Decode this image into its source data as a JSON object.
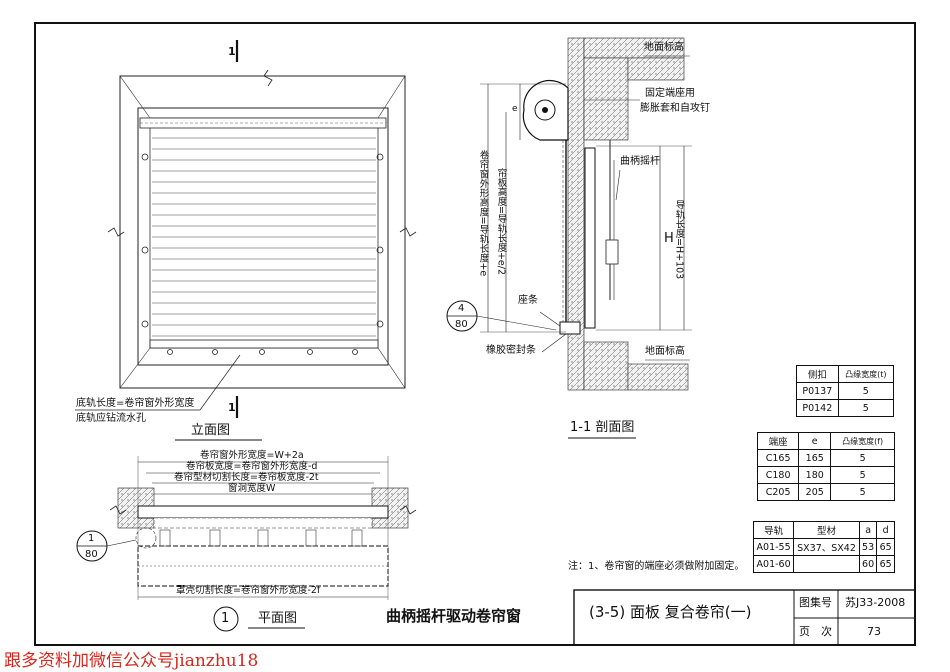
{
  "elevation": {
    "title": "立面图",
    "section_mark": "1",
    "note1": "底轨长度=卷帘窗外形宽度",
    "note2": "底轨应钻流水孔"
  },
  "section": {
    "title": "1-1  剖面图",
    "floor_top": "地面标高",
    "floor_bottom": "地面标高",
    "fixing_note_1": "固定端座用",
    "fixing_note_2": "膨胀套和自攻钉",
    "crank_rod": "曲柄摇杆",
    "seat_strip": "座条",
    "rubber_seal": "橡胶密封条",
    "dim_outer_height": "卷帘窗外形高度=导轨长度+e",
    "dim_panel_height": "帘板高度=导轨长度+e/2",
    "dim_rail_length": "导轨长度=H+103",
    "dim_e": "e",
    "dim_H": "H",
    "detail_ref_num": "4",
    "detail_ref_sheet": "80"
  },
  "plan": {
    "title": "平面图",
    "circle_num": "1",
    "dim1": "卷帘窗外形宽度=W+2a",
    "dim2": "卷帘板宽度=卷帘窗外形宽度-d",
    "dim3": "卷帘型材切割长度=卷帘板宽度-2t",
    "dim4": "窗洞宽度W",
    "dim5": "罩壳切割长度=卷帘窗外形宽度-2f",
    "detail_ref_num": "1",
    "detail_ref_sheet": "80"
  },
  "main_title": "曲柄摇杆驱动卷帘窗",
  "note": "注：1、卷帘窗的端座必须做附加固定。",
  "table_side": {
    "headers": [
      "侧扣",
      "凸缘宽度(t)"
    ],
    "rows": [
      [
        "P0137",
        "5"
      ],
      [
        "P0142",
        "5"
      ]
    ]
  },
  "table_end": {
    "headers": [
      "端座",
      "e",
      "凸缘宽度(f)"
    ],
    "rows": [
      [
        "C165",
        "165",
        "5"
      ],
      [
        "C180",
        "180",
        "5"
      ],
      [
        "C205",
        "205",
        "5"
      ]
    ]
  },
  "table_rail": {
    "headers": [
      "导轨",
      "型材",
      "a",
      "d"
    ],
    "rows": [
      [
        "A01-55",
        "SX37、SX42",
        "53",
        "65"
      ],
      [
        "A01-60",
        "",
        "60",
        "65"
      ]
    ]
  },
  "title_block": {
    "drawing_title": "(3-5) 面板 复合卷帘(一)",
    "atlas_label": "图集号",
    "atlas_value": "苏J33-2008",
    "page_label": "页　次",
    "page_value": "73"
  },
  "watermark": "跟多资料加微信公众号jianzhu18"
}
